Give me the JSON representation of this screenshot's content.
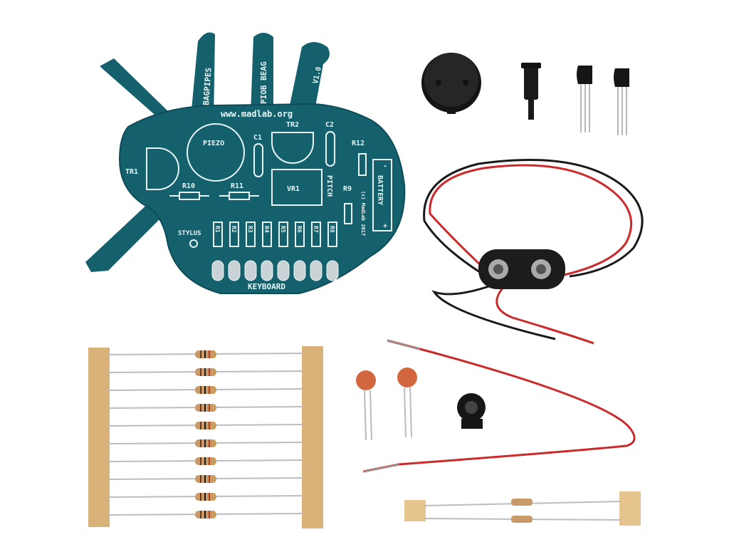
{
  "pcb": {
    "finger_labels": [
      "BAGPIPES",
      "PIOB BEAG",
      "V1.0"
    ],
    "url": "www.madlab.org",
    "labels": {
      "piezo": "PIEZO",
      "tr1": "TR1",
      "tr2": "TR2",
      "c1": "C1",
      "c2": "C2",
      "r10": "R10",
      "r11": "R11",
      "r12": "R12",
      "r9": "R9",
      "vr1": "VR1",
      "pitch": "PITCH",
      "battery": "BATTERY",
      "batt_minus": "-",
      "batt_plus": "+",
      "copyright": "(c) MadLab 2017",
      "stylus": "STYLUS",
      "keyboard": "KEYBOARD",
      "r_keys": [
        "R1",
        "R2",
        "R3",
        "R4",
        "R5",
        "R6",
        "R7",
        "R8"
      ]
    }
  },
  "colors": {
    "pcb": "#14606d",
    "pcb_edge": "#0e4c57",
    "silkscreen": "#e9f4f5",
    "wire_red": "#cc2a2a",
    "wire_black": "#1a1a1a",
    "resistor_body": "#c89a6a",
    "tape": "#d9b27a",
    "ceramic_cap": "#d2673f"
  },
  "components": {
    "piezo_disc": "piezo-buzzer",
    "transistors": 2,
    "battery_clip": "9V-battery-snap",
    "ceramic_capacitors": 2,
    "trimmer": "trim-potentiometer",
    "resistor_strip_main": 10,
    "resistor_strip_small": 2,
    "loose_wire": "red-wire"
  }
}
